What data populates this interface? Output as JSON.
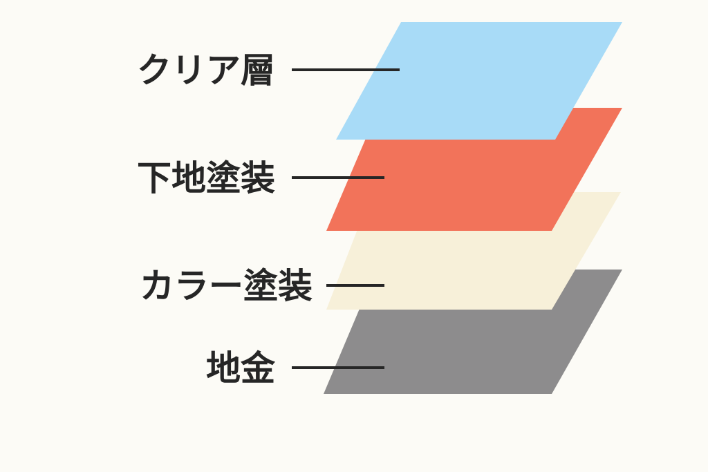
{
  "diagram": {
    "layers": [
      {
        "id": "clear",
        "label": "クリア層",
        "color": "#a8dbf7"
      },
      {
        "id": "primer",
        "label": "下地塗装",
        "color": "#f2735a"
      },
      {
        "id": "color",
        "label": "カラー塗装",
        "color": "#f7f0d9"
      },
      {
        "id": "base",
        "label": "地金",
        "color": "#8d8c8d"
      }
    ],
    "leader_line_color": "#262626"
  }
}
